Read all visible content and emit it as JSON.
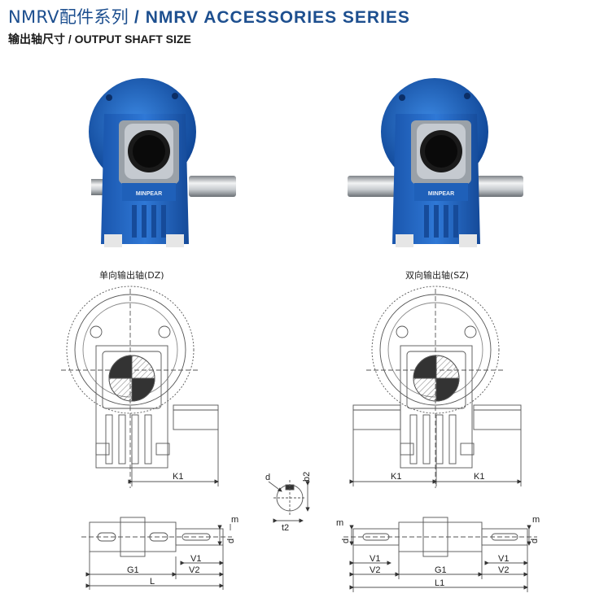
{
  "header": {
    "title_cn": "NMRV配件系列",
    "title_en": "/ NMRV ACCESSORIES SERIES",
    "subtitle": "输出轴尺寸 / OUTPUT SHAFT SIZE"
  },
  "products": [
    {
      "caption": "单向输出轴(DZ)",
      "brand": "MINPEAR"
    },
    {
      "caption": "双向输出轴(SZ)",
      "brand": "MINPEAR"
    }
  ],
  "dimensions": {
    "k1": "K1",
    "d": "d",
    "b2": "b2",
    "t2": "t2",
    "m": "m",
    "v1": "V1",
    "v2": "V2",
    "g1": "G1",
    "l": "L",
    "l1": "L1"
  },
  "colors": {
    "brand_blue": "#1d4f8f",
    "housing_blue": "#1b5fb8",
    "line": "#555555"
  }
}
